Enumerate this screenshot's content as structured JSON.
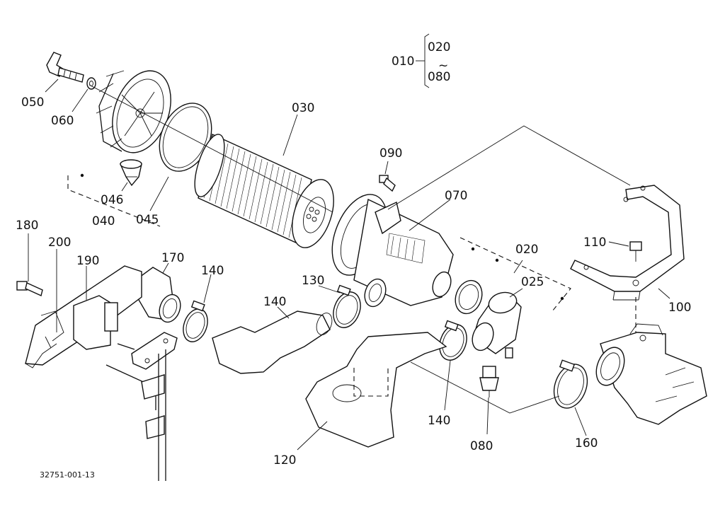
{
  "drawing_number": "32751-001-13",
  "assembly": {
    "code": "010",
    "range_start": "020",
    "range_sep": "~",
    "range_end": "080"
  },
  "callouts": [
    {
      "id": "050",
      "text": "050"
    },
    {
      "id": "060",
      "text": "060"
    },
    {
      "id": "030",
      "text": "030"
    },
    {
      "id": "046",
      "text": "046"
    },
    {
      "id": "045",
      "text": "045"
    },
    {
      "id": "040",
      "text": "040"
    },
    {
      "id": "090",
      "text": "090"
    },
    {
      "id": "070",
      "text": "070"
    },
    {
      "id": "180",
      "text": "180"
    },
    {
      "id": "200",
      "text": "200"
    },
    {
      "id": "190",
      "text": "190"
    },
    {
      "id": "170",
      "text": "170"
    },
    {
      "id": "140a",
      "text": "140"
    },
    {
      "id": "140b",
      "text": "140"
    },
    {
      "id": "130",
      "text": "130"
    },
    {
      "id": "020",
      "text": "020"
    },
    {
      "id": "025",
      "text": "025"
    },
    {
      "id": "110",
      "text": "110"
    },
    {
      "id": "100",
      "text": "100"
    },
    {
      "id": "140c",
      "text": "140"
    },
    {
      "id": "080",
      "text": "080"
    },
    {
      "id": "160",
      "text": "160"
    },
    {
      "id": "120",
      "text": "120"
    }
  ]
}
